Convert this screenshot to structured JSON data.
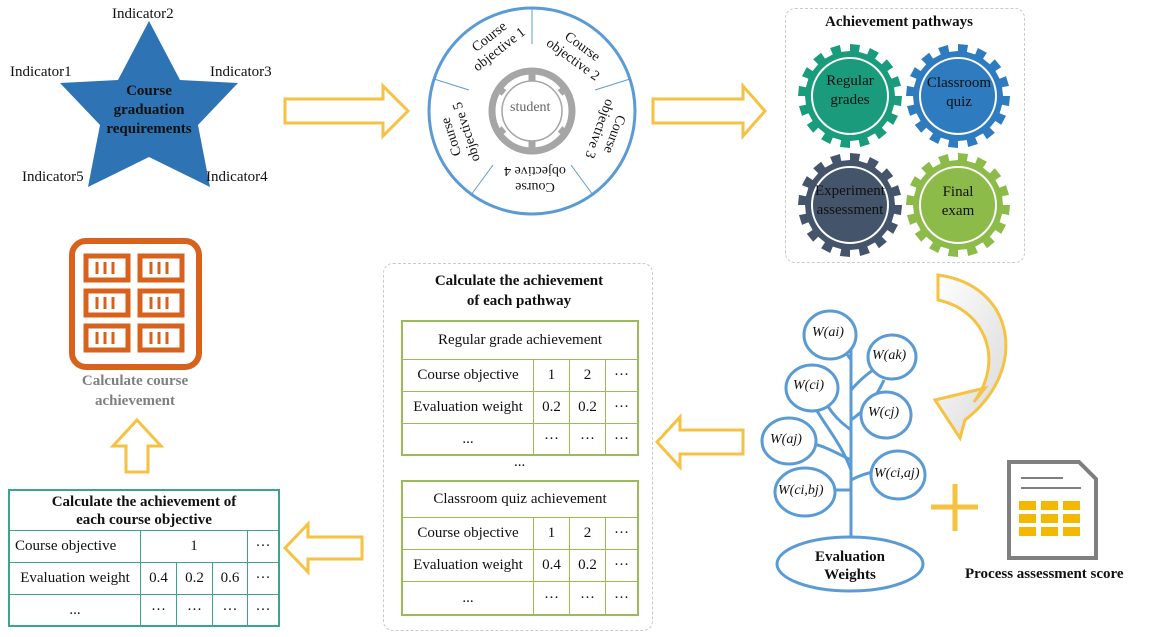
{
  "graduation": {
    "center": [
      "Course",
      "graduation",
      "requirements"
    ],
    "indicators": [
      "Indicator1",
      "Indicator2",
      "Indicator3",
      "Indicator4",
      "Indicator5"
    ]
  },
  "wheel": {
    "hub": "student",
    "objectives": [
      [
        "Course",
        "objective 1"
      ],
      [
        "Course",
        "objective 2"
      ],
      [
        "Course",
        "objective 3"
      ],
      [
        "Course",
        "objective 4"
      ],
      [
        "Course",
        "objective 5"
      ]
    ]
  },
  "pathways": {
    "title": "Achievement pathways",
    "gears": [
      {
        "lines": [
          "Regular",
          "grades"
        ],
        "color": "#1a9b7b"
      },
      {
        "lines": [
          "Classroom",
          "quiz"
        ],
        "color": "#2e7cbf"
      },
      {
        "lines": [
          "Experiment",
          "assessment"
        ],
        "color": "#44546a"
      },
      {
        "lines": [
          "Final",
          "exam"
        ],
        "color": "#8dbb4a"
      }
    ]
  },
  "tree": {
    "labels": [
      "Evaluation",
      "Weights"
    ],
    "leaves": [
      "W(ai)",
      "W(ak)",
      "W(ci)",
      "W(cj)",
      "W(aj)",
      "W(ci,aj)",
      "W(ci,bj)"
    ]
  },
  "process": {
    "label": "Process assessment score"
  },
  "pathway_calc": {
    "title": [
      "Calculate the achievement",
      "of each pathway"
    ],
    "table1": {
      "title": "Regular grade achievement",
      "rows": [
        [
          "Course objective",
          "1",
          "2",
          "···"
        ],
        [
          "Evaluation weight",
          "0.2",
          "0.2",
          "···"
        ],
        [
          "...",
          "···",
          "···",
          "···"
        ]
      ]
    },
    "separator": "...",
    "table2": {
      "title": "Classroom quiz achievement",
      "rows": [
        [
          "Course objective",
          "1",
          "2",
          "···"
        ],
        [
          "Evaluation weight",
          "0.4",
          "0.2",
          "···"
        ],
        [
          "...",
          "···",
          "···",
          "···"
        ]
      ]
    }
  },
  "objective_calc": {
    "title": [
      "Calculate the achievement of",
      "each course objective"
    ],
    "rows": [
      [
        "Course objective",
        "1",
        "···"
      ],
      [
        "Evaluation weight",
        "0.4",
        "0.2",
        "0.6",
        "···"
      ],
      [
        "...",
        "···",
        "···",
        "···",
        "···"
      ]
    ]
  },
  "course_calc": {
    "label": [
      "Calculate course",
      "achievement"
    ]
  },
  "colors": {
    "star": "#2e74b5",
    "wheel": "#5b9bd5",
    "arrow": "#f5c242",
    "table": "#9bbb59",
    "teal": "#3aa58a",
    "orange": "#d8621c",
    "tree": "#5b9bd5"
  }
}
